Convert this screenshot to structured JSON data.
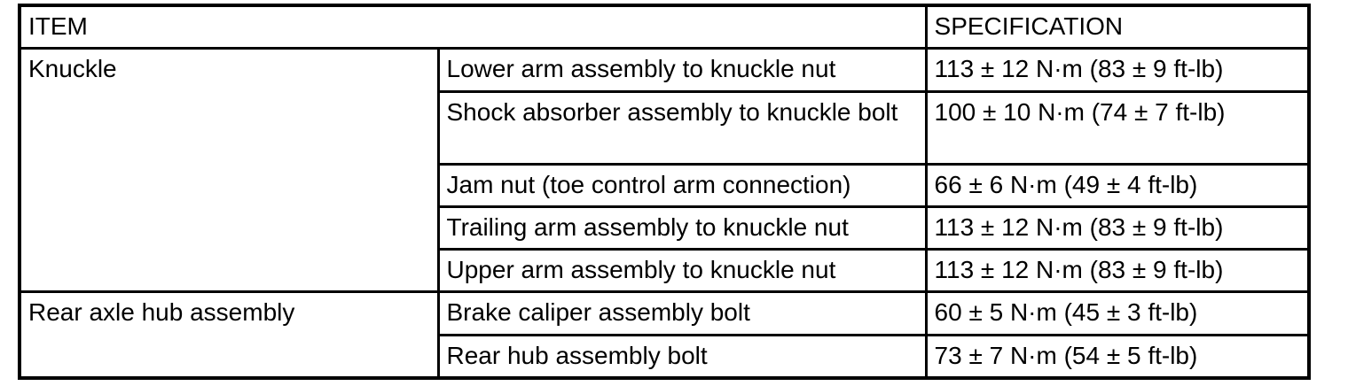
{
  "table": {
    "headers": {
      "item": "ITEM",
      "specification": "SPECIFICATION"
    },
    "groups": [
      {
        "name": "Knuckle",
        "rows": [
          {
            "item": "Lower arm assembly to knuckle nut",
            "specification": "113 ± 12 N·m (83 ± 9 ft-lb)"
          },
          {
            "item": "Shock absorber assembly to knuckle bolt",
            "specification": "100 ± 10 N·m (74 ± 7 ft-lb)"
          },
          {
            "item": "Jam nut (toe control arm connection)",
            "specification": "66 ± 6 N·m (49 ± 4 ft-lb)"
          },
          {
            "item": "Trailing arm assembly to knuckle nut",
            "specification": "113 ± 12 N·m (83 ± 9 ft-lb)"
          },
          {
            "item": "Upper arm assembly to knuckle nut",
            "specification": "113 ± 12 N·m (83 ± 9 ft-lb)"
          }
        ]
      },
      {
        "name": "Rear axle hub assembly",
        "rows": [
          {
            "item": "Brake caliper assembly bolt",
            "specification": "60 ± 5 N·m (45 ± 3 ft-lb)"
          },
          {
            "item": "Rear hub assembly bolt",
            "specification": "73 ± 7 N·m (54 ± 5 ft-lb)"
          }
        ]
      }
    ],
    "colors": {
      "border": "#000000",
      "text": "#000000",
      "background": "#ffffff"
    }
  }
}
